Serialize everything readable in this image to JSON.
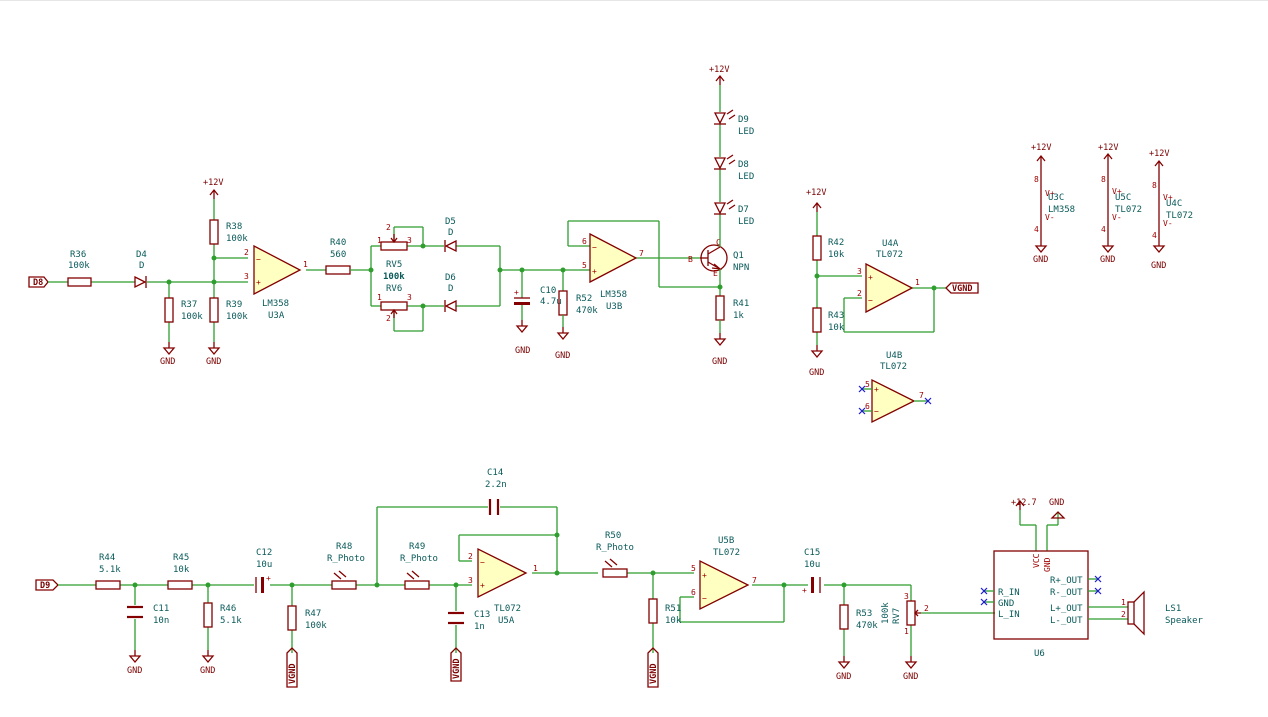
{
  "net_labels": {
    "d8": "D8",
    "d9": "D9",
    "vgnd": "VGND"
  },
  "power": {
    "v12": "+12V",
    "v127": "+12.7",
    "gnd": "GND"
  },
  "components": {
    "r36": {
      "ref": "R36",
      "val": "100k"
    },
    "d4": {
      "ref": "D4",
      "val": "D"
    },
    "r37": {
      "ref": "R37",
      "val": "100k"
    },
    "r38": {
      "ref": "R38",
      "val": "100k"
    },
    "r39": {
      "ref": "R39",
      "val": "100k"
    },
    "u3a": {
      "ref": "U3A",
      "val": "LM358"
    },
    "r40": {
      "ref": "R40",
      "val": "560"
    },
    "rv5": {
      "ref": "RV5",
      "val": "100k"
    },
    "rv6": {
      "ref": "RV6"
    },
    "d5": {
      "ref": "D5",
      "val": "D"
    },
    "d6": {
      "ref": "D6",
      "val": "D"
    },
    "c10": {
      "ref": "C10",
      "val": "4.7u"
    },
    "r52": {
      "ref": "R52",
      "val": "470k"
    },
    "u3b": {
      "ref": "U3B",
      "val": "LM358"
    },
    "q1": {
      "ref": "Q1",
      "val": "NPN",
      "b": "B",
      "c": "C",
      "e": "E"
    },
    "r41": {
      "ref": "R41",
      "val": "1k"
    },
    "d9": {
      "ref": "D9",
      "val": "LED"
    },
    "d8": {
      "ref": "D8",
      "val": "LED"
    },
    "d7": {
      "ref": "D7",
      "val": "LED"
    },
    "r42": {
      "ref": "R42",
      "val": "10k"
    },
    "r43": {
      "ref": "R43",
      "val": "10k"
    },
    "u4a": {
      "ref": "U4A",
      "val": "TL072"
    },
    "u4b": {
      "ref": "U4B",
      "val": "TL072"
    },
    "u3c": {
      "ref": "U3C",
      "val": "LM358"
    },
    "u5c": {
      "ref": "U5C",
      "val": "TL072"
    },
    "u4c": {
      "ref": "U4C",
      "val": "TL072"
    },
    "r44": {
      "ref": "R44",
      "val": "5.1k"
    },
    "c11": {
      "ref": "C11",
      "val": "10n"
    },
    "r45": {
      "ref": "R45",
      "val": "10k"
    },
    "r46": {
      "ref": "R46",
      "val": "5.1k"
    },
    "c12": {
      "ref": "C12",
      "val": "10u"
    },
    "r47": {
      "ref": "R47",
      "val": "100k"
    },
    "r48": {
      "ref": "R48",
      "val": "R_Photo"
    },
    "r49": {
      "ref": "R49",
      "val": "R_Photo"
    },
    "c14": {
      "ref": "C14",
      "val": "2.2n"
    },
    "c13": {
      "ref": "C13",
      "val": "1n"
    },
    "u5a": {
      "ref": "U5A",
      "val": "TL072"
    },
    "r50": {
      "ref": "R50",
      "val": "R_Photo"
    },
    "r51": {
      "ref": "R51",
      "val": "10k"
    },
    "u5b": {
      "ref": "U5B",
      "val": "TL072"
    },
    "c15": {
      "ref": "C15",
      "val": "10u"
    },
    "r53": {
      "ref": "R53",
      "val": "470k"
    },
    "rv7": {
      "ref": "RV7",
      "val": "100k"
    },
    "u6": {
      "ref": "U6",
      "vcc": "VCC",
      "gnd": "GND",
      "r_in": "R_IN",
      "gnd_pin": "GND",
      "l_in": "L_IN",
      "rp": "R+_OUT",
      "rm": "R-_OUT",
      "lp": "L+_OUT",
      "lm": "L-_OUT"
    },
    "ls1": {
      "ref": "LS1",
      "val": "Speaker"
    }
  },
  "pins": {
    "n1": "1",
    "n2": "2",
    "n3": "3",
    "n4": "4",
    "n5": "5",
    "n6": "6",
    "n7": "7",
    "n8": "8",
    "plus": "+",
    "minus": "−",
    "vp": "V+",
    "vm": "V-"
  }
}
